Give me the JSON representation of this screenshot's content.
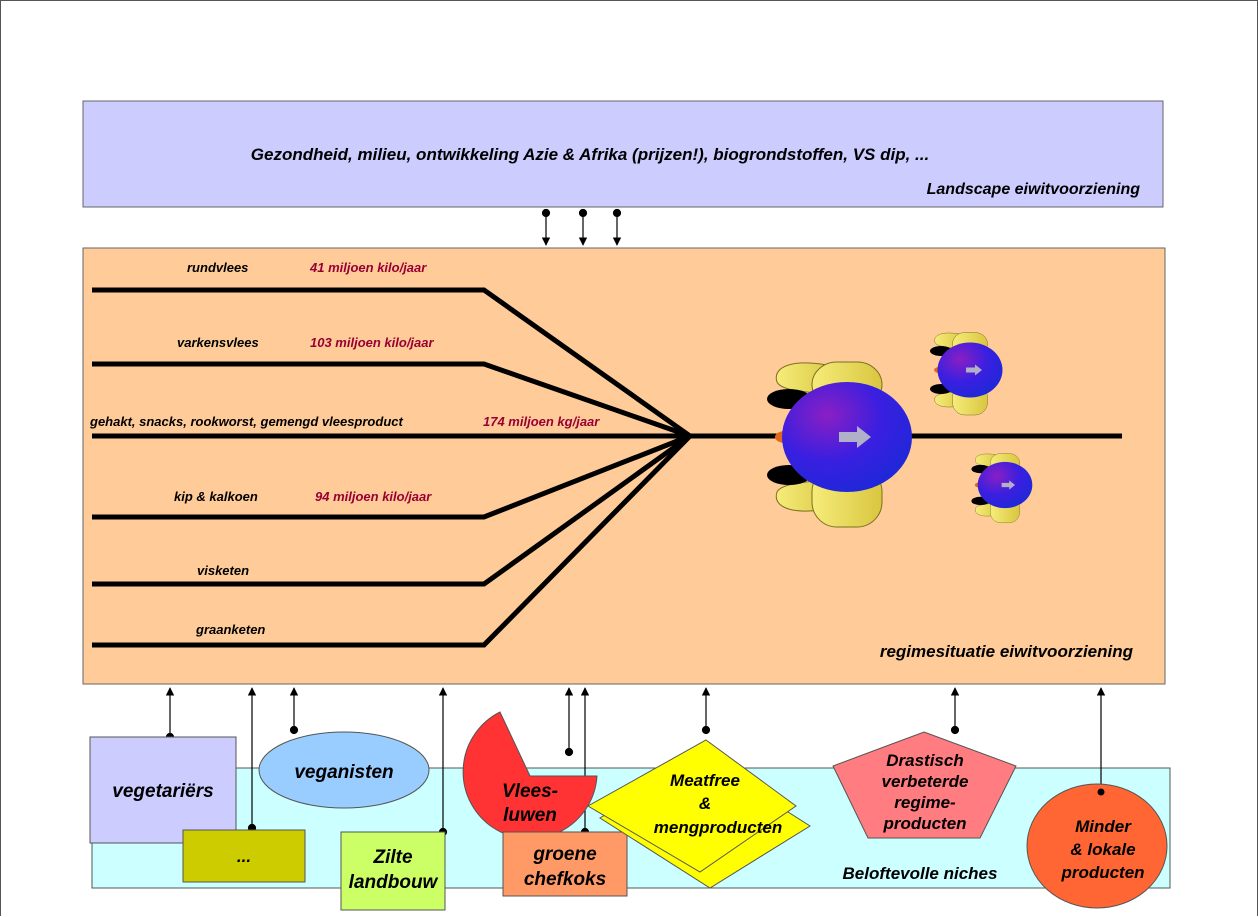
{
  "landscape": {
    "factors": "Gezondheid, milieu, ontwikkeling Azie & Afrika (prijzen!), biogrondstoffen, VS dip, ...",
    "title": "Landscape eiwitvoorziening"
  },
  "regime": {
    "title": "regimesituatie eiwitvoorziening",
    "chains": [
      {
        "name": "rundvlees",
        "volume": "41 miljoen kilo/jaar"
      },
      {
        "name": "varkensvlees",
        "volume": "103 miljoen kilo/jaar"
      },
      {
        "name": "gehakt, snacks, rookworst, gemengd vleesproduct",
        "volume": "174 miljoen kg/jaar"
      },
      {
        "name": "kip & kalkoen",
        "volume": "94 miljoen kilo/jaar"
      },
      {
        "name": "visketen",
        "volume": ""
      },
      {
        "name": "graanketen",
        "volume": ""
      }
    ]
  },
  "niches": {
    "title": "Beloftevolle niches",
    "vegetarians": "vegetariërs",
    "vegans": "veganisten",
    "other": "...",
    "saline": [
      "Zilte",
      "landbouw"
    ],
    "flexitarians": [
      "Vlees-",
      "luwen"
    ],
    "green_chefs": [
      "groene",
      "chefkoks"
    ],
    "meatfree": [
      "Meatfree",
      "&",
      "mengproducten"
    ],
    "improved": [
      "Drastisch",
      "verbeterde",
      "regime-",
      "producten"
    ],
    "local": [
      "Minder",
      "& lokale",
      "producten"
    ]
  },
  "colors": {
    "landscape_fill": "#ccccff",
    "regime_fill": "#ffcc99",
    "niche_fill": "#ccffff",
    "vegetarians": "#ccccff",
    "vegans": "#99ccff",
    "other": "#cccc00",
    "saline": "#ccff66",
    "flexitarians": "#ff3333",
    "green_chefs": "#ff9966",
    "meatfree": "#ffff00",
    "improved": "#ff7c80",
    "local": "#ff6633",
    "volume_text": "#990033"
  },
  "icons": [
    "rocket-icon-large",
    "rocket-icon-medium",
    "rocket-icon-small"
  ]
}
